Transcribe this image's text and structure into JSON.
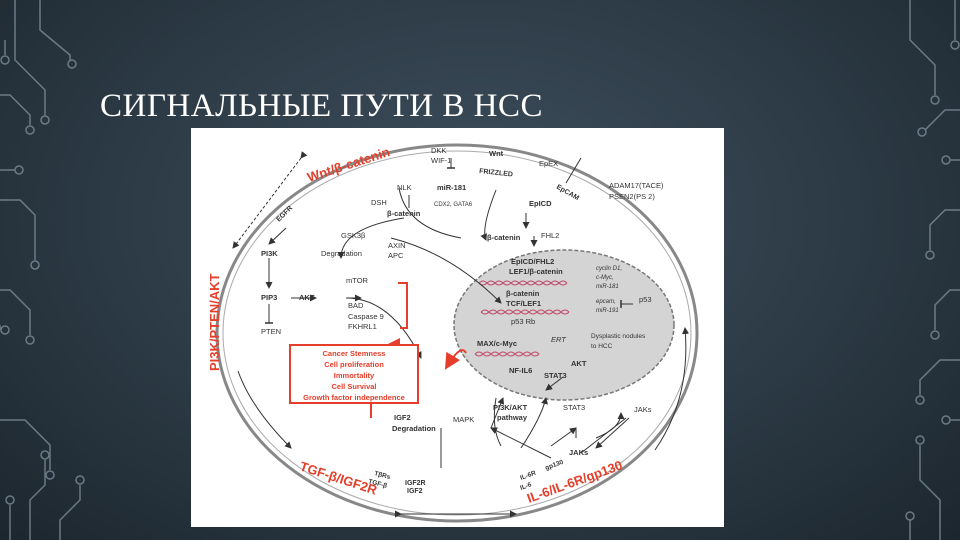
{
  "slide": {
    "title": "СИГНАЛЬНЫЕ ПУТИ В НСС"
  },
  "colors": {
    "background": "#2c3a45",
    "accent_red": "#e53e2a",
    "text": "#333333",
    "nucleus_fill": "#d4d4d4"
  },
  "diagram": {
    "pathways": {
      "wnt": "Wnt/β-catenin",
      "pi3k": "PI3K/PTEN/AKT",
      "tgf": "TGF-β/IGF2R",
      "il6": "IL-6/IL-6R/gp130"
    },
    "labels": {
      "dkk": "DKK",
      "wif": "WIF-1",
      "wnt": "Wnt",
      "frizzled": "FRIZZLED",
      "epex": "EpEX",
      "adam": "ADAM17(TACE)",
      "psen": "PSEN2(PS 2)",
      "epcam": "EpCAM",
      "nlk": "NLK",
      "mir181": "miR-181",
      "dsh": "DSH",
      "beta_catenin": "β-catenin",
      "cdx": "CDX2, GATA6",
      "epicd": "EpICD",
      "gsk": "GSK3β",
      "axin": "AXIN",
      "apc": "APC",
      "degradation": "Degradation",
      "beta_catenin_2": "β-catenin",
      "fhl2": "FHL2",
      "egfr": "EGFR",
      "pi3k": "PI3K",
      "mtor": "mTOR",
      "pip3": "PIP3",
      "akt": "AKT",
      "bad": "BAD",
      "caspase": "Caspase 9",
      "fkhrl": "FKHRL1",
      "pten": "PTEN",
      "epicd_fhl2": "EpICD/FHL2",
      "lef_beta": "LEF1/β-catenin",
      "cyclin": "cyclin D1,",
      "cmyc": "c-Myc,",
      "mir181_2": "miR-181",
      "beta_catenin_3": "β-catenin",
      "tcf": "TCF/LEF1",
      "epcam_small": "epcam,",
      "mir191": "miR-191",
      "p53": "p53",
      "p53rb": "p53 Rb",
      "maxmyc": "MAX/c-Myc",
      "ert": "ERT",
      "dysplastic": "Dysplastic nodules",
      "to_hcc": "to HCC",
      "nfil6": "NF-IL6",
      "stat3": "STAT3",
      "akt_2": "AKT",
      "igf2": "IGF2",
      "degradation_2": "Degradation",
      "mapk": "MAPK",
      "pi3k_akt": "PI3K/AKT",
      "pathway": "pathway",
      "stat3_2": "STAT3",
      "jaks": "JAKs",
      "jaks_2": "JAKs",
      "tgfbrs": "TβRs",
      "tgfb": "TGF-β",
      "igf2r": "IGF2R",
      "igf2_2": "IGF2",
      "il6r": "IL-6R",
      "gp130": "gp130",
      "il6": "IL-6"
    },
    "outcomes": [
      "Cancer Stemness",
      "Cell proliferation",
      "Immortality",
      "Cell Survival",
      "Growth factor independence"
    ]
  }
}
